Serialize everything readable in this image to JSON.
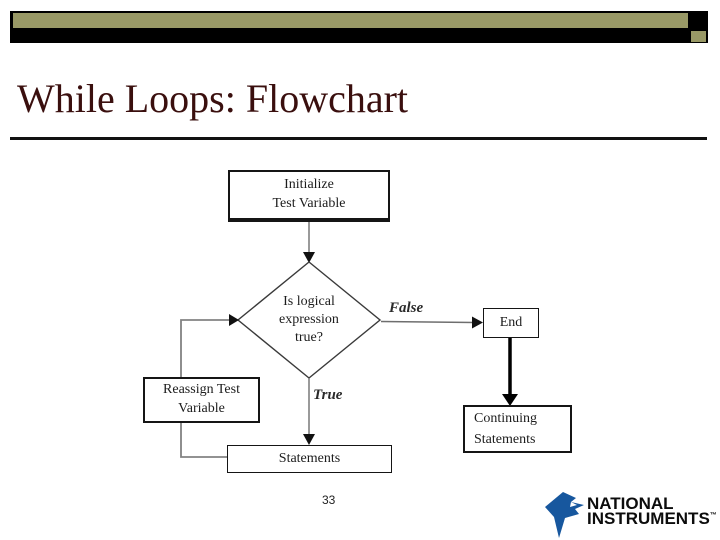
{
  "title": "While Loops: Flowchart",
  "colors": {
    "accent": "#999966",
    "title": "#3A0F0E",
    "logo_blue": "#17579E"
  },
  "flowchart": {
    "initialize": {
      "line1": "Initialize",
      "line2": "Test Variable"
    },
    "decision": {
      "line1": "Is logical",
      "line2": "expression",
      "line3": "true?"
    },
    "end": {
      "label": "End"
    },
    "reassign": {
      "line1": "Reassign Test",
      "line2": "Variable"
    },
    "statements": {
      "label": "Statements"
    },
    "continuing": {
      "line1": "Continuing",
      "line2": "Statements"
    },
    "edge_labels": {
      "false": "False",
      "true": "True"
    }
  },
  "footer": {
    "page_number": "33",
    "logo_line1": "NATIONAL",
    "logo_line2": "INSTRUMENTS",
    "trademark": "™"
  }
}
